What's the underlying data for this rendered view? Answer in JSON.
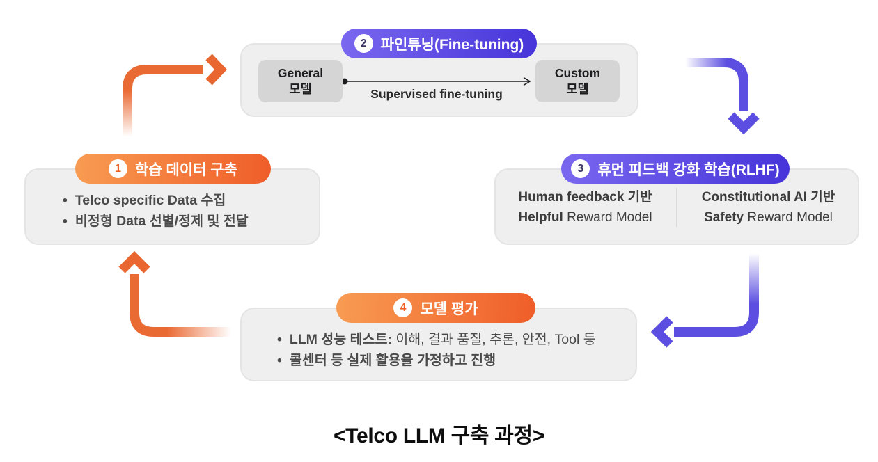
{
  "caption": "<Telco LLM 구축 과정>",
  "colors": {
    "orange_badge_left": "#F89C52",
    "orange_badge_right": "#EF5D29",
    "purple_badge_left": "#7A68F0",
    "purple_badge_right": "#4634D9",
    "arrow_orange": "#EA6A34",
    "arrow_purple": "#5B4EE0",
    "card_background": "#EFEFEF",
    "model_box_background": "#D5D5D5"
  },
  "steps": {
    "step1": {
      "number": "1",
      "label": "학습 데이터 구축",
      "bullets": [
        "Telco specific Data 수집",
        "비정형 Data 선별/정제 및 전달"
      ]
    },
    "step2": {
      "number": "2",
      "label": "파인튜닝(Fine-tuning)",
      "general_model_line1": "General",
      "general_model_line2": "모델",
      "custom_model_line1": "Custom",
      "custom_model_line2": "모델",
      "arrow_label": "Supervised fine-tuning"
    },
    "step3": {
      "number": "3",
      "label": "휴먼 피드백 강화 학습(RLHF)",
      "left": {
        "line1": "Human feedback 기반",
        "line2_bold": "Helpful",
        "line2_rest": " Reward Model"
      },
      "right": {
        "line1": "Constitutional AI 기반",
        "line2_bold": "Safety",
        "line2_rest": " Reward Model"
      }
    },
    "step4": {
      "number": "4",
      "label": "모델 평가",
      "bullet1_bold": "LLM 성능 테스트:",
      "bullet1_rest": " 이해, 결과 품질, 추론, 안전, Tool 등",
      "bullet2": "콜센터 등 실제 활용을 가정하고 진행"
    }
  }
}
